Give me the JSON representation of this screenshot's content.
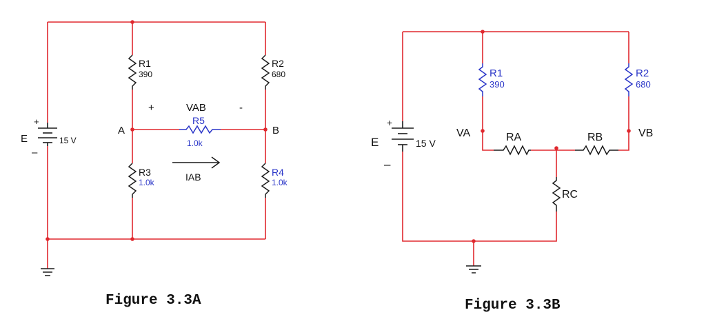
{
  "fig_a": {
    "caption": "Figure 3.3A",
    "source": {
      "sign_plus": "+",
      "sign_minus": "–",
      "name": "E",
      "value": "15 V"
    },
    "r1": {
      "name": "R1",
      "value": "390"
    },
    "r2": {
      "name": "R2",
      "value": "680"
    },
    "r3": {
      "name": "R3",
      "value": "1.0k"
    },
    "r4": {
      "name": "R4",
      "value": "1.0k"
    },
    "r5": {
      "name": "R5",
      "value": "1.0k"
    },
    "node_a": "A",
    "node_b": "B",
    "vab_plus": "+",
    "vab_label": "VAB",
    "vab_minus": "-",
    "iab_label": "IAB"
  },
  "fig_b": {
    "caption": "Figure 3.3B",
    "source": {
      "sign_plus": "+",
      "sign_minus": "–",
      "name": "E",
      "value": "15 V"
    },
    "r1": {
      "name": "R1",
      "value": "390"
    },
    "r2": {
      "name": "R2",
      "value": "680"
    },
    "ra": "RA",
    "rb": "RB",
    "rc": "RC",
    "va": "VA",
    "vb": "VB"
  },
  "colors": {
    "wire": "#e0282e",
    "component_label": "#2a35c8",
    "text": "#111111"
  }
}
